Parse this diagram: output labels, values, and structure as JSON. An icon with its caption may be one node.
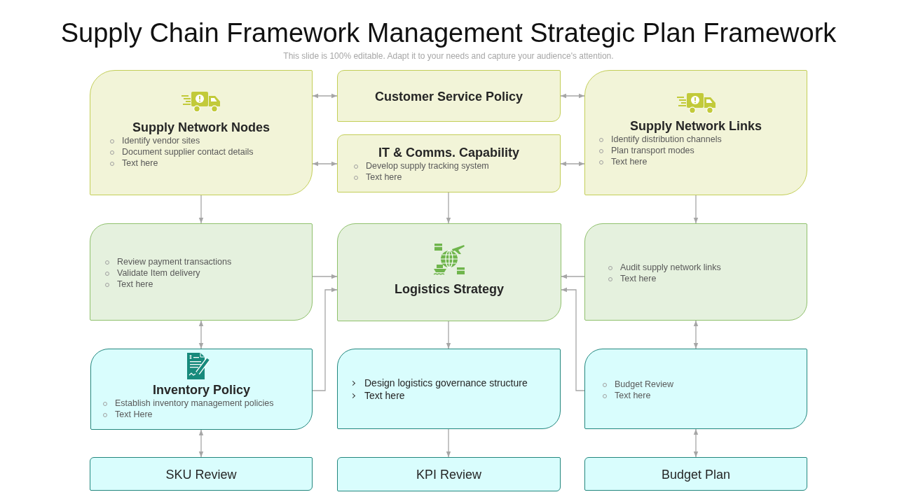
{
  "diagram": {
    "title": "Supply Chain Framework Management Strategic Plan Framework",
    "nodes": [
      {
        "text": [
          "Supply Network Nodes",
          "Identify vendor sites",
          "Document supplier contact details",
          "Text here"
        ]
      },
      {
        "text": [
          "Customer Service Policy"
        ]
      },
      {
        "text": [
          "Supply Network Links",
          "Identify distribution channels",
          "Plan transport modes",
          "Text here"
        ]
      },
      {
        "text": [
          "IT & Comms. Capability",
          "Develop supply tracking system",
          "Text here"
        ]
      },
      {
        "text": [
          "Review payment transactions",
          "Validate Item delivery",
          "Text here"
        ]
      },
      {
        "text": [
          "Logistics Strategy"
        ]
      },
      {
        "text": [
          "Audit supply network links",
          "Text here"
        ]
      },
      {
        "text": [
          "Inventory Policy",
          "Establish inventory management policies",
          "Text Here"
        ]
      },
      {
        "text": [
          "Design logistics governance structure",
          "Text here"
        ]
      },
      {
        "text": [
          "Budget Review",
          "Text here"
        ]
      },
      {
        "text": [
          "SKU Review"
        ]
      },
      {
        "text": [
          "KPI Review"
        ]
      },
      {
        "text": [
          "Budget Plan"
        ]
      }
    ],
    "edges": [
      {
        "from": 0,
        "to": 1,
        "arrow": "both"
      },
      {
        "from": 1,
        "to": 2,
        "arrow": "both"
      },
      {
        "from": 0,
        "to": 3,
        "arrow": "both"
      },
      {
        "from": 3,
        "to": 2,
        "arrow": "both"
      },
      {
        "from": 0,
        "to": 4,
        "arrow": "to"
      },
      {
        "from": 3,
        "to": 5,
        "arrow": "to"
      },
      {
        "from": 2,
        "to": 6,
        "arrow": "to"
      },
      {
        "from": 4,
        "to": 5,
        "arrow": "to"
      },
      {
        "from": 6,
        "to": 5,
        "arrow": "to"
      },
      {
        "from": 7,
        "to": 5,
        "arrow": "to"
      },
      {
        "from": 9,
        "to": 5,
        "arrow": "to"
      },
      {
        "from": 4,
        "to": 7,
        "arrow": "both"
      },
      {
        "from": 6,
        "to": 9,
        "arrow": "both"
      },
      {
        "from": 5,
        "to": 8,
        "arrow": "to"
      },
      {
        "from": 7,
        "to": 10,
        "arrow": "both"
      },
      {
        "from": 8,
        "to": 11,
        "arrow": "to"
      },
      {
        "from": 9,
        "to": 12,
        "arrow": "both"
      }
    ],
    "labels": [
      "This slide is 100% editable. Adapt it to your needs and capture your audience's attention."
    ]
  }
}
